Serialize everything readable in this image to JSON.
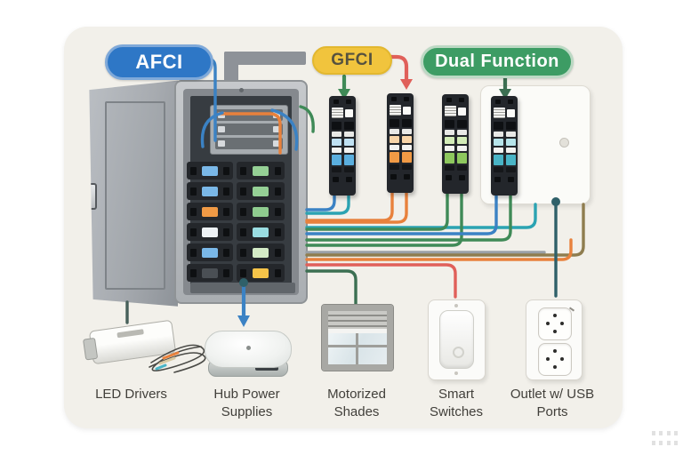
{
  "badges": {
    "afci": {
      "label": "AFCI",
      "fill": "#2e77c6",
      "text_color": "#ffffff"
    },
    "gfci": {
      "label": "GFCI",
      "fill": "#f1c43d",
      "text_color": "#56523f"
    },
    "dual_function": {
      "label": "Dual Function",
      "fill": "#3d9c64",
      "text_color": "#ffffff"
    }
  },
  "panel": {
    "left_chips": [
      "#7ab8e8",
      "#7ab8e8",
      "#f09a45",
      "#eef2f5",
      "#7ab8e8",
      "#4a4f54"
    ],
    "right_chips": [
      "#95d095",
      "#95d095",
      "#8fcc8f",
      "#9adde2",
      "#d4ebc6",
      "#f5c449"
    ]
  },
  "breakers": [
    {
      "id": "afci-breaker",
      "accent": "#5aaede",
      "accent_light": "#bfe0f2"
    },
    {
      "id": "gfci-breaker",
      "accent": "#f09a45",
      "accent_light": "#f7d4a8"
    },
    {
      "id": "dual-function-breaker",
      "accent": "#8ec85e",
      "accent_light": "#d3ecb8"
    },
    {
      "id": "mounted-breaker",
      "accent": "#49b4c6",
      "accent_light": "#b6e4ea"
    }
  ],
  "devices": [
    {
      "id": "led-drivers",
      "label": "LED Drivers"
    },
    {
      "id": "hub-power-supplies",
      "label": "Hub Power Supplies"
    },
    {
      "id": "motorized-shades",
      "label": "Motorized Shades"
    },
    {
      "id": "smart-switches",
      "label": "Smart Switches"
    },
    {
      "id": "outlet-usb",
      "label": "Outlet w/ USB Ports"
    }
  ],
  "wire_colors": {
    "blue": "#3b82c4",
    "teal": "#2ba3b2",
    "dark_teal": "#2f6069",
    "green": "#3f8a57",
    "dark_green": "#3c6f52",
    "orange": "#e8813c",
    "coral": "#e0605a",
    "gray": "#9aa0a6",
    "olive": "#8f7d4f",
    "slate": "#47605a"
  }
}
